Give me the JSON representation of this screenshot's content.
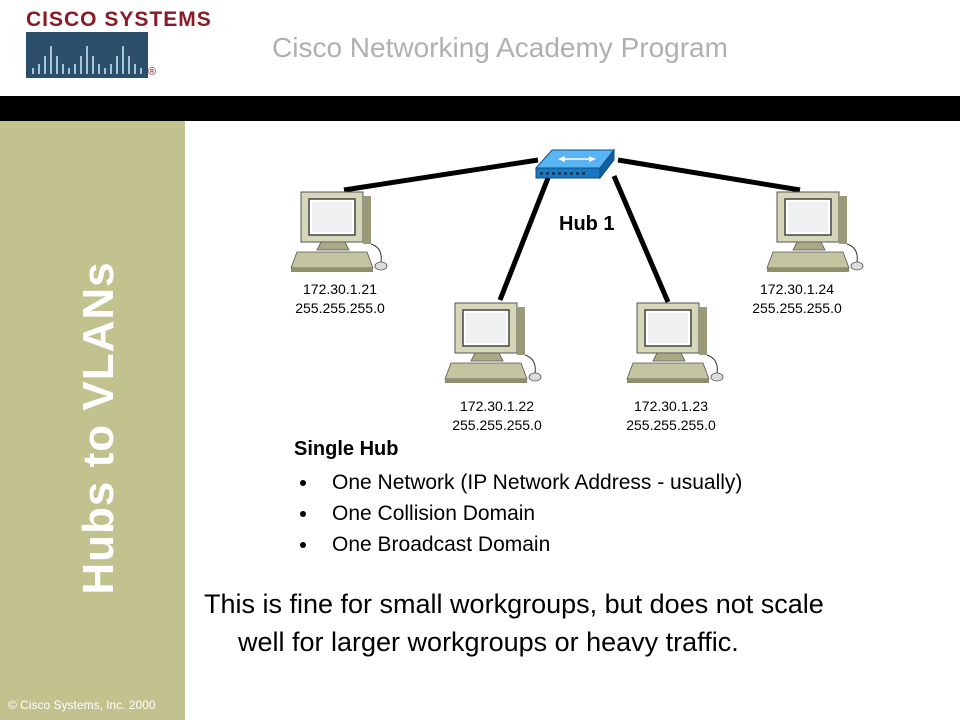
{
  "header": {
    "logo_text": "CISCO SYSTEMS",
    "logo_registered": "®",
    "program_title": "Cisco Networking Academy Program"
  },
  "sidebar": {
    "title": "Hubs to VLANs",
    "copyright": "© Cisco Systems, Inc. 2000"
  },
  "diagram": {
    "hub_label": "Hub 1",
    "hosts": [
      {
        "ip": "172.30.1.21",
        "mask": "255.255.255.0"
      },
      {
        "ip": "172.30.1.22",
        "mask": "255.255.255.0"
      },
      {
        "ip": "172.30.1.23",
        "mask": "255.255.255.0"
      },
      {
        "ip": "172.30.1.24",
        "mask": "255.255.255.0"
      }
    ]
  },
  "info": {
    "title": "Single Hub",
    "bullets": [
      "One Network (IP Network Address - usually)",
      "One Collision Domain",
      "One Broadcast Domain"
    ]
  },
  "summary": {
    "line1": "This is fine for small workgroups, but does not scale",
    "line2": "well for larger workgroups or heavy traffic."
  },
  "colors": {
    "sidebar": "#c2c28f",
    "bar": "#000000",
    "logo": "#8a1a24",
    "hub": "#2a8fe0"
  }
}
